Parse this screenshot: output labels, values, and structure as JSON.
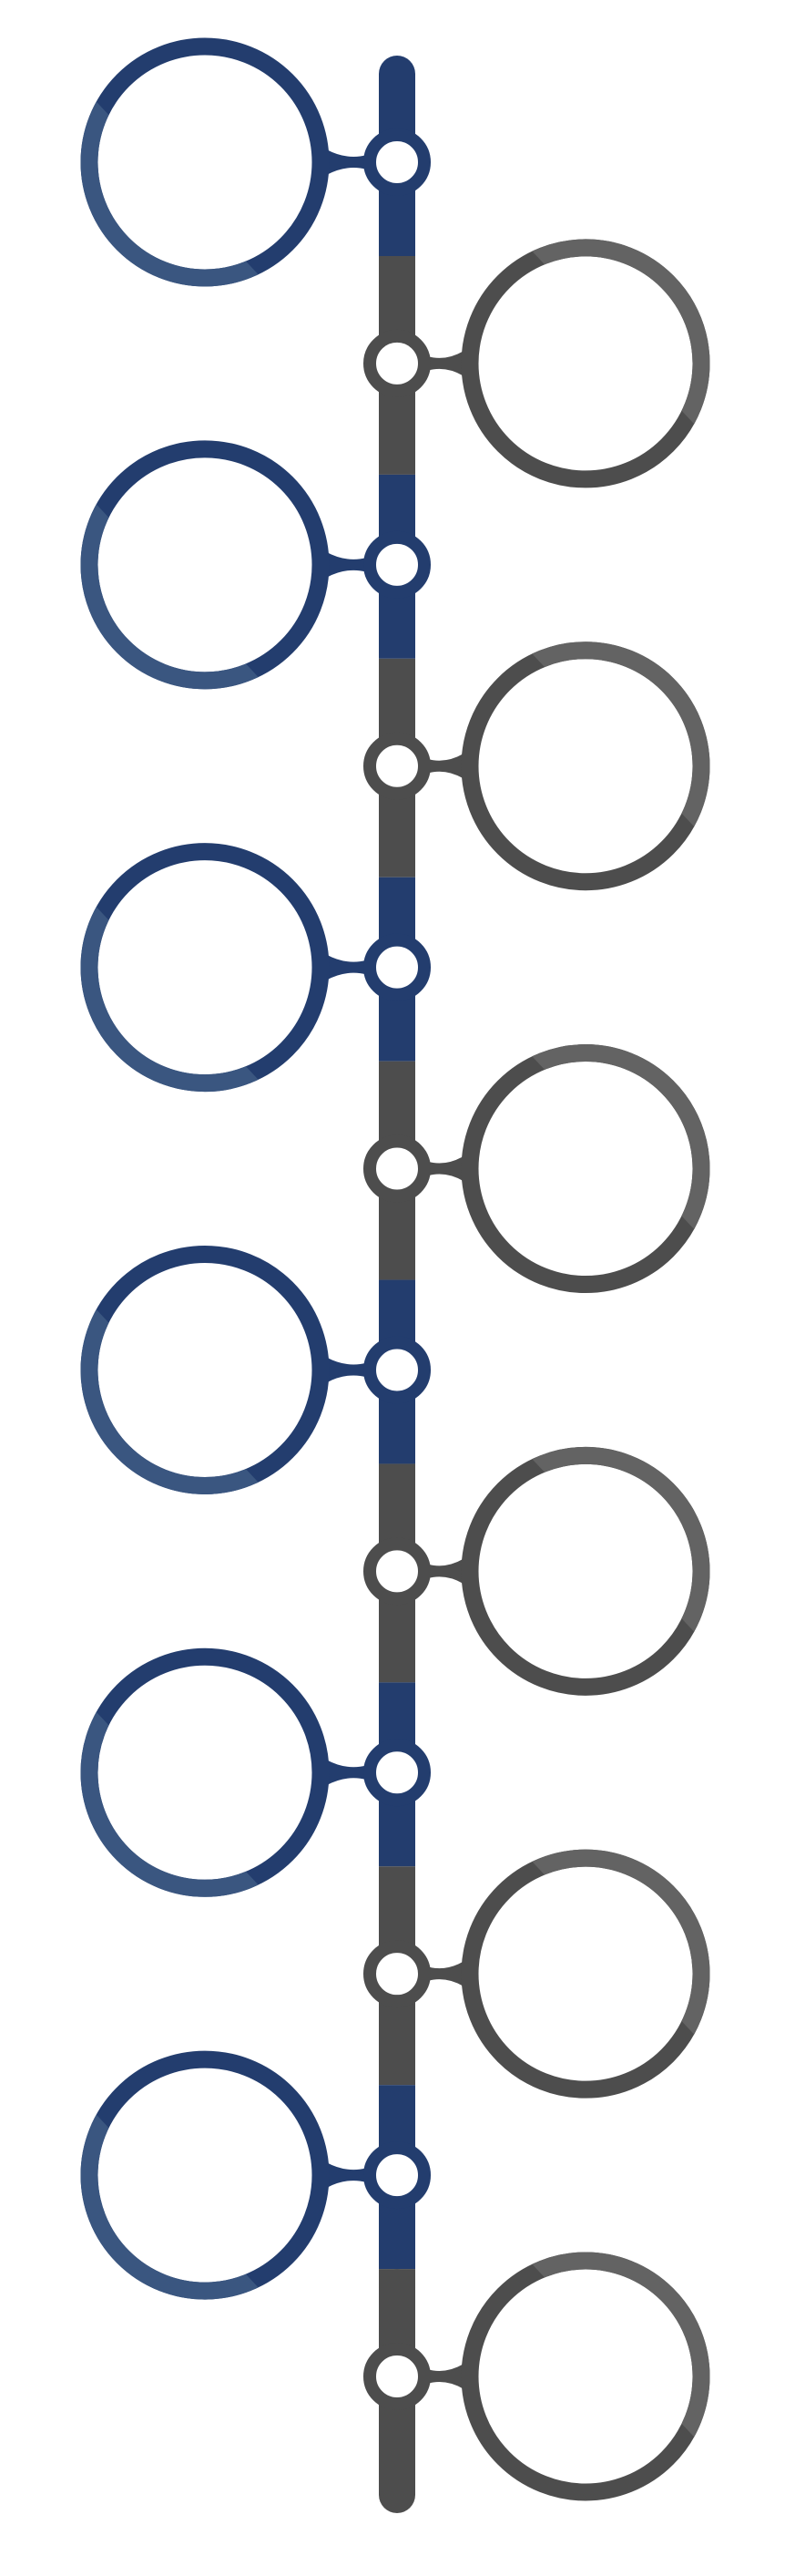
{
  "colors": {
    "blue": "#233d6e",
    "blue_highlight": "#3a5680",
    "gray": "#4d4d4d",
    "gray_highlight": "#636363",
    "background": "#ffffff"
  },
  "timeline": {
    "items": [
      {
        "side": "left",
        "color": "blue"
      },
      {
        "side": "right",
        "color": "gray"
      },
      {
        "side": "left",
        "color": "blue"
      },
      {
        "side": "right",
        "color": "gray"
      },
      {
        "side": "left",
        "color": "blue"
      },
      {
        "side": "right",
        "color": "gray"
      },
      {
        "side": "left",
        "color": "blue"
      },
      {
        "side": "right",
        "color": "gray"
      },
      {
        "side": "left",
        "color": "blue"
      },
      {
        "side": "right",
        "color": "gray"
      },
      {
        "side": "left",
        "color": "blue"
      },
      {
        "side": "right",
        "color": "gray"
      }
    ]
  }
}
